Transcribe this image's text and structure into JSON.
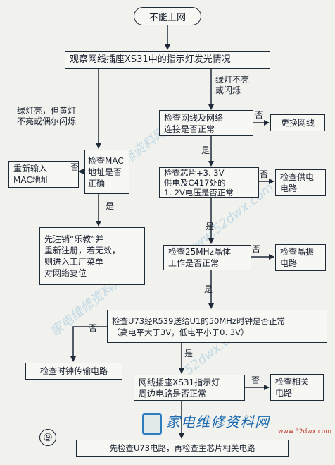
{
  "start": "不能上网",
  "nodes": {
    "observe": "观察网线插座XS31中的指示灯发光情况",
    "check_cable": "检查网线及网络\n连接是否正常",
    "replace_cable": "更换网线",
    "check_mac": "检查MAC\n地址是否\n正确",
    "reinput_mac": "重新输入\nMAC地址",
    "check_power": "检查芯片+3. 3V\n供电及C417处的\n1. 2V电压是否正常",
    "check_supply": "检查供电\n电路",
    "reregister": "先注销“乐教”并\n重新注册，若无效，\n则进入工厂菜单\n对网络复位",
    "check_crystal": "检查25MHz晶体\n工作是否正常",
    "check_osc": "检查晶振\n电路",
    "check_clock": "检查U73经R539送给U1的50MHz时钟是否正常\n（高电平大于3V，低电平小于0. 3V）",
    "check_clock_circuit": "检查时钟传输电路",
    "check_periph": "网线插座XS31指示灯\n周边电路是否正常",
    "check_related": "检查相关\n电路",
    "final": "先检查U73电路，再检查主芯片相关电路"
  },
  "labels": {
    "green_on": "绿灯亮，但黄灯\n不亮或偶尔闪烁",
    "green_off": "绿灯不亮\n或闪烁",
    "yes": "是",
    "no": "否"
  },
  "figure_number": "⑨",
  "watermark": {
    "brand_text": "家电维修资料网",
    "brand_url": "www.52dwx.com",
    "diag_text": "家电维修资料网",
    "diag_url": "www.52dwx.com"
  }
}
